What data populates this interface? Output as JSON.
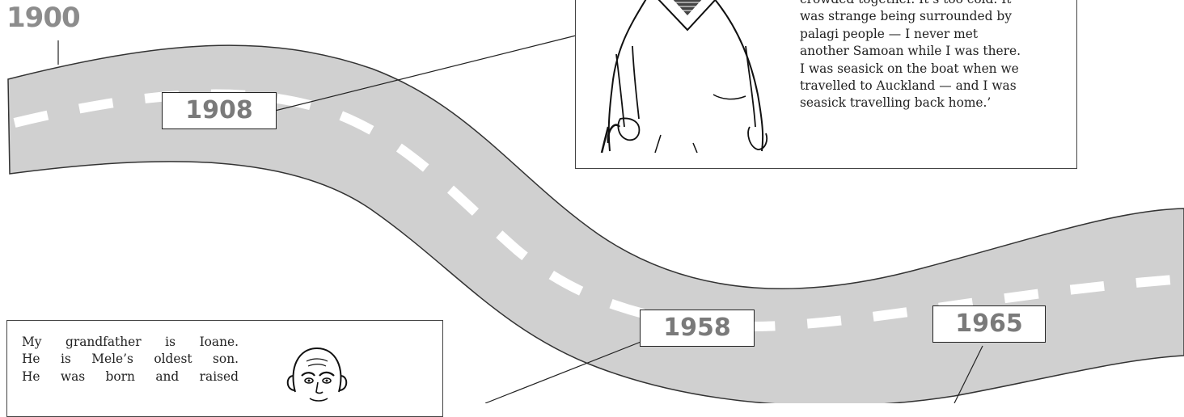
{
  "timeline": {
    "start_year": "1900",
    "markers": [
      {
        "year": "1908"
      },
      {
        "year": "1958"
      },
      {
        "year": "1965"
      }
    ]
  },
  "mele_story": {
    "quote_lines": [
      "crowded together. It’s too cold. It",
      "was strange being surrounded by",
      "palagi people — I never met",
      "another Samoan while I was there.",
      "I was seasick on the boat when we",
      "travelled to Auckland — and I was",
      "seasick travelling back home.’"
    ],
    "illustration": "elderly-woman-with-walking-stick"
  },
  "ioane_story": {
    "lines": [
      "My grandfather is Ioane.",
      "He is Mele’s oldest son.",
      "He was born and raised"
    ],
    "illustration": "elderly-man-portrait"
  },
  "colors": {
    "road": "#d0d0d0",
    "road_edge": "#333333",
    "lane_dash": "#ffffff",
    "year_text": "#7a7a7a"
  }
}
